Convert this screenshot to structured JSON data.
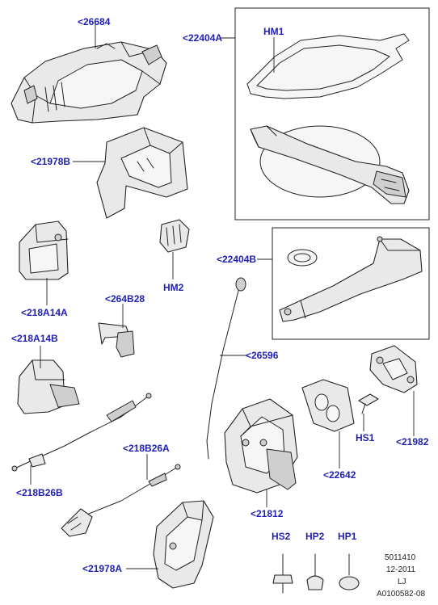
{
  "callouts": {
    "c26684": "<26684",
    "c22404A": "<22404A",
    "cHM1": "HM1",
    "c21978B": "<21978B",
    "cHM2": "HM2",
    "c218A14A": "<218A14A",
    "c22404B": "<22404B",
    "c264B28": "<264B28",
    "c218A14B": "<218A14B",
    "c26596": "<26596",
    "c21982": "<21982",
    "cHS1": "HS1",
    "c22642": "<22642",
    "c218B26A": "<218B26A",
    "c218B26B": "<218B26B",
    "c21812": "<21812",
    "c21978A": "<21978A",
    "cHS2": "HS2",
    "cHP2": "HP2",
    "cHP1": "HP1"
  },
  "footer": {
    "line1": "5011410",
    "line2": "12-2011",
    "line3": "LJ",
    "line4": "A0100582-08"
  },
  "colors": {
    "callout_text": "#1f1fb4",
    "line_art": "#222222",
    "part_fill": "#e9e9e9"
  }
}
